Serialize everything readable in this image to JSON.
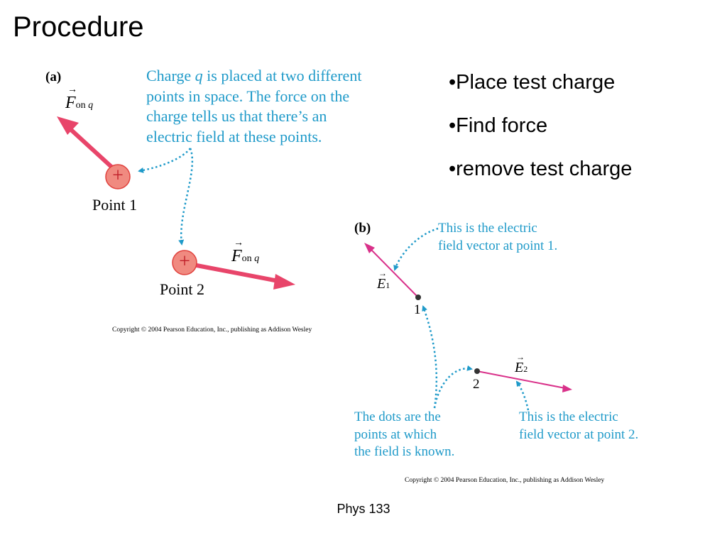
{
  "slide": {
    "title": "Procedure",
    "footer": "Phys 133"
  },
  "bullets": [
    "•Place test charge",
    "•Find force",
    "•remove test charge"
  ],
  "panel_a": {
    "label": "(a)",
    "caption_lines": [
      "Charge q is placed at two different",
      "points in space. The force on the",
      "charge tells us that there’s an",
      "electric field at these points."
    ],
    "caption_parts": {
      "charge_word": "Charge ",
      "q": "q",
      "rest_line1": " is placed at two different",
      "line2": "points in space. The force on the",
      "line3": "charge tells us that there’s an",
      "line4": "electric field at these points."
    },
    "force_symbol": "F",
    "force_subscript_on": "on",
    "force_subscript_q": "q",
    "point1_label": "Point 1",
    "point2_label": "Point 2",
    "plus_sign": "+",
    "copyright": "Copyright © 2004 Pearson Education, Inc., publishing as Addison Wesley"
  },
  "panel_b": {
    "label": "(b)",
    "caption_e1_line1": "This is the electric",
    "caption_e1_line2": "field vector at point 1.",
    "caption_dots_line1": "The dots are the",
    "caption_dots_line2": "points at which",
    "caption_dots_line3": "the field is known.",
    "caption_e2_line1": "This is the electric",
    "caption_e2_line2": "field vector at point 2.",
    "e_symbol": "E",
    "e1_sub": "1",
    "e2_sub": "2",
    "point1_number": "1",
    "point2_number": "2",
    "copyright": "Copyright © 2004 Pearson Education, Inc., publishing as Addison Wesley"
  },
  "colors": {
    "caption_blue": "#1f9ac9",
    "force_arrow": "#e8456a",
    "field_arrow": "#d9318a",
    "charge_fill": "#f08a80",
    "charge_border": "#e0403c"
  }
}
